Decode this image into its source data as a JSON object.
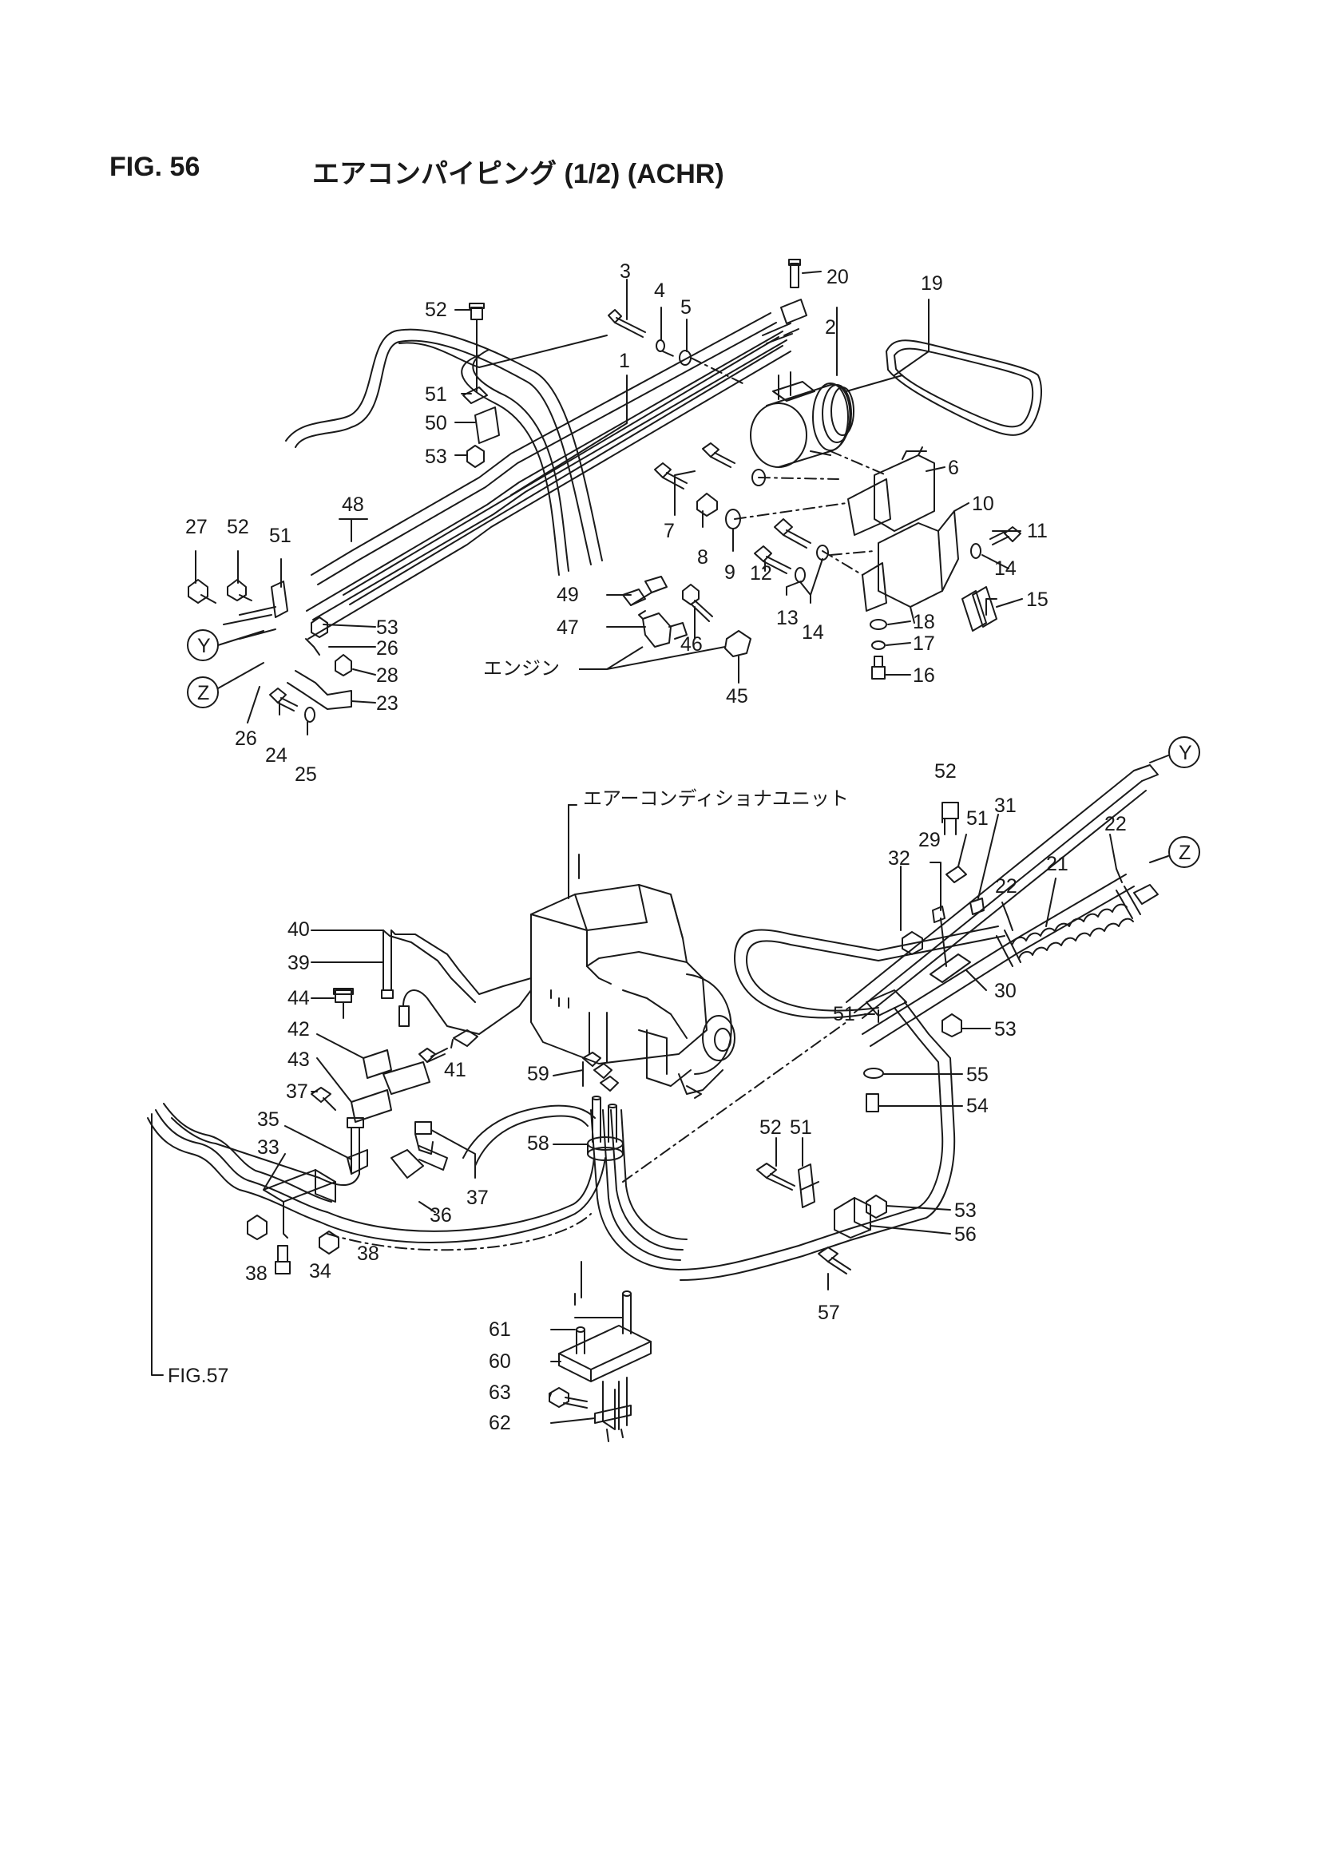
{
  "figure": {
    "number": "FIG. 56",
    "title": "エアコンパイピング (1/2) (ACHR)"
  },
  "annotations": {
    "engine": "エンジン",
    "ac_unit": "エアーコンディショナユニット",
    "ref_fig57": "FIG.57",
    "ref_y": "Y",
    "ref_z": "Z"
  },
  "parts": [
    {
      "no": "1"
    },
    {
      "no": "2"
    },
    {
      "no": "3"
    },
    {
      "no": "4"
    },
    {
      "no": "5"
    },
    {
      "no": "6"
    },
    {
      "no": "7"
    },
    {
      "no": "8"
    },
    {
      "no": "9"
    },
    {
      "no": "10"
    },
    {
      "no": "11"
    },
    {
      "no": "12"
    },
    {
      "no": "13"
    },
    {
      "no": "14"
    },
    {
      "no": "15"
    },
    {
      "no": "16"
    },
    {
      "no": "17"
    },
    {
      "no": "18"
    },
    {
      "no": "19"
    },
    {
      "no": "20"
    },
    {
      "no": "21"
    },
    {
      "no": "22"
    },
    {
      "no": "23"
    },
    {
      "no": "24"
    },
    {
      "no": "25"
    },
    {
      "no": "26"
    },
    {
      "no": "27"
    },
    {
      "no": "28"
    },
    {
      "no": "29"
    },
    {
      "no": "30"
    },
    {
      "no": "31"
    },
    {
      "no": "32"
    },
    {
      "no": "33"
    },
    {
      "no": "34"
    },
    {
      "no": "35"
    },
    {
      "no": "36"
    },
    {
      "no": "37"
    },
    {
      "no": "38"
    },
    {
      "no": "39"
    },
    {
      "no": "40"
    },
    {
      "no": "41"
    },
    {
      "no": "42"
    },
    {
      "no": "43"
    },
    {
      "no": "44"
    },
    {
      "no": "45"
    },
    {
      "no": "46"
    },
    {
      "no": "47"
    },
    {
      "no": "48"
    },
    {
      "no": "49"
    },
    {
      "no": "50"
    },
    {
      "no": "51"
    },
    {
      "no": "52"
    },
    {
      "no": "53"
    },
    {
      "no": "54"
    },
    {
      "no": "55"
    },
    {
      "no": "56"
    },
    {
      "no": "57"
    },
    {
      "no": "58"
    },
    {
      "no": "59"
    },
    {
      "no": "60"
    },
    {
      "no": "61"
    },
    {
      "no": "62"
    },
    {
      "no": "63"
    }
  ]
}
